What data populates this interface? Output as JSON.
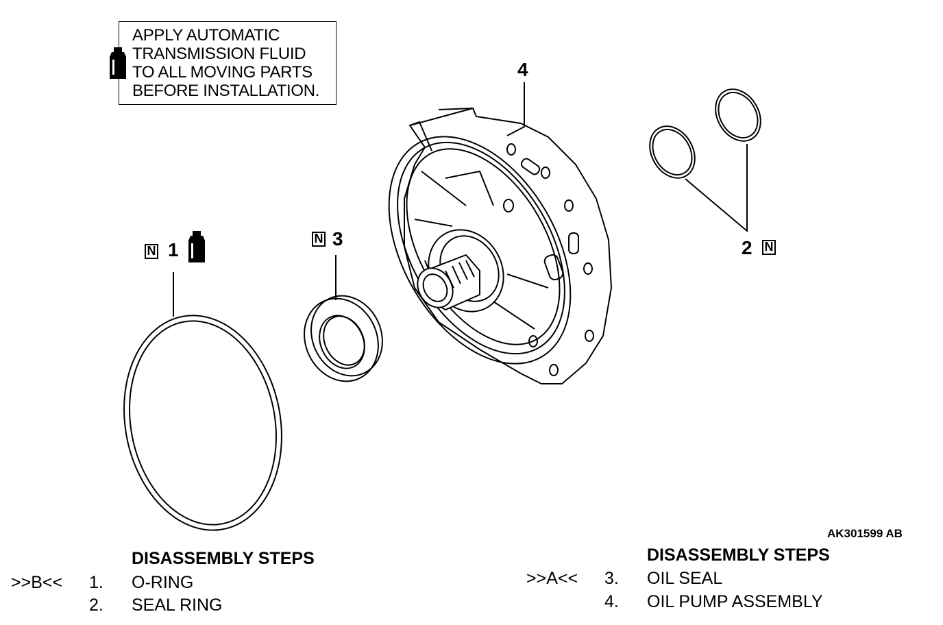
{
  "note": {
    "text": "APPLY AUTOMATIC\nTRANSMISSION FLUID\nTO ALL MOVING PARTS\nBEFORE INSTALLATION."
  },
  "callouts": {
    "part1": "1",
    "part2": "2",
    "part3": "3",
    "part4": "4",
    "new_part_mark": "N"
  },
  "figure_code": "AK301599 AB",
  "left_steps": {
    "title": "DISASSEMBLY STEPS",
    "rows": [
      {
        "marker": ">>B<<",
        "num": "1.",
        "label": "O-RING"
      },
      {
        "marker": "",
        "num": "2.",
        "label": "SEAL RING"
      }
    ]
  },
  "right_steps": {
    "title": "DISASSEMBLY STEPS",
    "rows": [
      {
        "marker": ">>A<<",
        "num": "3.",
        "label": "OIL SEAL"
      },
      {
        "marker": "",
        "num": "4.",
        "label": "OIL PUMP ASSEMBLY"
      }
    ]
  },
  "icons": [
    "fluid-bottle-icon"
  ]
}
